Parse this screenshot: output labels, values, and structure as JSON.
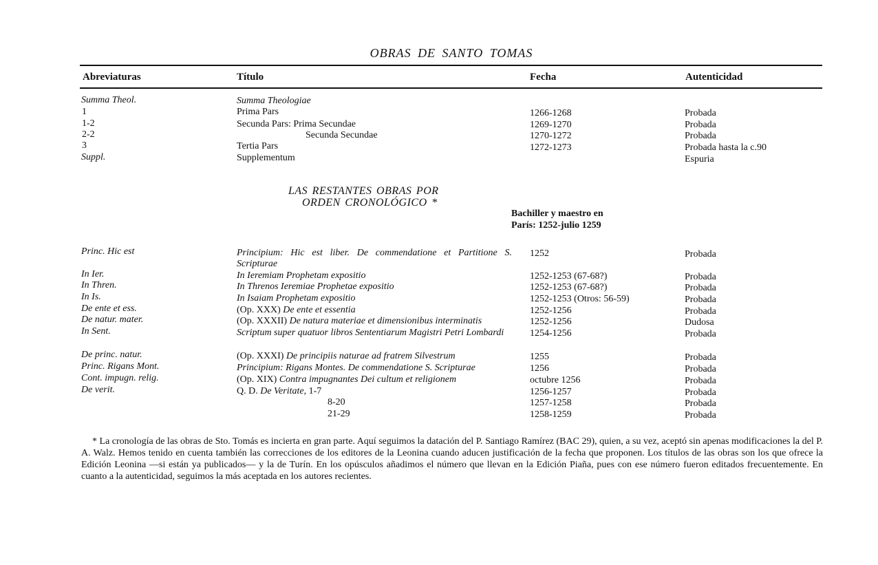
{
  "title": "OBRAS  DE  SANTO  TOMAS",
  "headers": {
    "abbr": "Abreviaturas",
    "title": "Título",
    "date": "Fecha",
    "auth": "Autenticidad"
  },
  "summa": {
    "group_abbr": "Summa  Theol.",
    "group_title": "Summa  Theologiae",
    "rows": [
      {
        "abbr": "1",
        "title": "Prima  Pars",
        "date": "1266-1268",
        "auth": "Probada"
      },
      {
        "abbr": "1-2",
        "title": "Secunda Pars:  Prima  Secundae",
        "date": "1269-1270",
        "auth": "Probada"
      },
      {
        "abbr": "2-2",
        "title": "Secunda  Secundae",
        "date": "1270-1272",
        "auth": "Probada"
      },
      {
        "abbr": "3",
        "title": "Tertia  Pars",
        "date": "1272-1273",
        "auth": "Probada hasta  la  c.90"
      },
      {
        "abbr": "Suppl.",
        "title": "Supplementum",
        "date": "",
        "auth": "Espuria"
      }
    ]
  },
  "section": {
    "heading_line1": "LAS  RESTANTES  OBRAS  POR",
    "heading_line2": "ORDEN  CRONOLÓGICO  *",
    "sub_line1": "Bachiller  y  maestro  en",
    "sub_line2": "París:  1252-julio  1259"
  },
  "works": [
    {
      "abbr": "Princ.  Hic est",
      "title_parts": [
        {
          "t": "Principium:  Hic  est  liber.  De  commendatione  et  Partitione  S.  Scripturae",
          "i": true
        }
      ],
      "date": "1252",
      "auth": "Probada"
    },
    {
      "abbr": "In  Ier.",
      "title_parts": [
        {
          "t": "In  Ieremiam  Prophetam  expositio",
          "i": true
        }
      ],
      "date": "1252-1253  (67-68?)",
      "auth": "Probada"
    },
    {
      "abbr": "In  Thren.",
      "title_parts": [
        {
          "t": "In  Threnos  Ieremiae  Prophetae  expositio",
          "i": true
        }
      ],
      "date": "1252-1253   (67-68?)",
      "auth": "Probada"
    },
    {
      "abbr": "In  Is.",
      "title_parts": [
        {
          "t": "In  Isaiam  Prophetam  expositio",
          "i": true
        }
      ],
      "date": "1252-1253  (Otros:  56-59)",
      "auth": "Probada"
    },
    {
      "abbr": "De  ente  et  ess.",
      "title_parts": [
        {
          "t": "(Op.  XXX)  ",
          "i": false
        },
        {
          "t": "De  ente  et  essentia",
          "i": true
        }
      ],
      "date": "1252-1256",
      "auth": "Probada"
    },
    {
      "abbr": "De natur.  mater.",
      "title_parts": [
        {
          "t": "(Op.  XXXII)  ",
          "i": false
        },
        {
          "t": "De natura materiae et dimensionibus interminatis",
          "i": true
        }
      ],
      "date": "1252-1256",
      "auth": "Dudosa"
    },
    {
      "abbr": "In  Sent.",
      "title_parts": [
        {
          "t": "Scriptum  super  quatuor  libros  Sententiarum  Magistri  Petri  Lombardi",
          "i": true
        }
      ],
      "date": "1254-1256",
      "auth": "Probada"
    },
    {
      "abbr": "De princ.  natur.",
      "title_parts": [
        {
          "t": "(Op.  XXXI)  ",
          "i": false
        },
        {
          "t": "De principiis naturae ad fratrem Silvestrum",
          "i": true
        }
      ],
      "date": "1255",
      "auth": "Probada"
    },
    {
      "abbr": "Princ.  Rigans  Mont.",
      "title_parts": [
        {
          "t": "Principium:  Rigans  Montes.  De  commendatione  S.  Scripturae",
          "i": true
        }
      ],
      "date": "1256",
      "auth": "Probada"
    },
    {
      "abbr": "Cont.  impugn.  relig.",
      "title_parts": [
        {
          "t": "(Op.  XIX)  ",
          "i": false
        },
        {
          "t": "Contra  impugnantes  Dei  cultum  et  religionem",
          "i": true
        }
      ],
      "date": "octubre  1256",
      "auth": "Probada"
    },
    {
      "abbr": "De  verit.",
      "title_parts": [
        {
          "t": "Q.  D.  ",
          "i": false
        },
        {
          "t": "De  Veritate,",
          "i": true
        },
        {
          "t": "  1-7",
          "i": false
        }
      ],
      "date": "1256-1257",
      "auth": "Probada"
    },
    {
      "abbr": "",
      "title_parts": [
        {
          "t": "8-20",
          "i": false
        }
      ],
      "date": "1257-1258",
      "auth": "Probada"
    },
    {
      "abbr": "",
      "title_parts": [
        {
          "t": "21-29",
          "i": false
        }
      ],
      "date": "1258-1259",
      "auth": "Probada"
    }
  ],
  "footnote": "* La cronología de las obras de Sto. Tomás es incierta en gran parte. Aquí seguimos la datación del P. Santiago Ramírez (BAC 29), quien, a su vez, aceptó sin apenas modificaciones la del P. A. Walz. Hemos tenido en cuenta también las correcciones de los editores de la Leonina cuando aducen justificación de la fecha que proponen. Los títulos de las obras son los que ofrece la Edición Leonina —si están ya publicados— y la de Turín. En los opúsculos añadimos el número que llevan en la Edición Piaña, pues con ese número fueron editados frecuentemente. En cuanto a la autenticidad, seguimos la más aceptada en los autores recientes."
}
